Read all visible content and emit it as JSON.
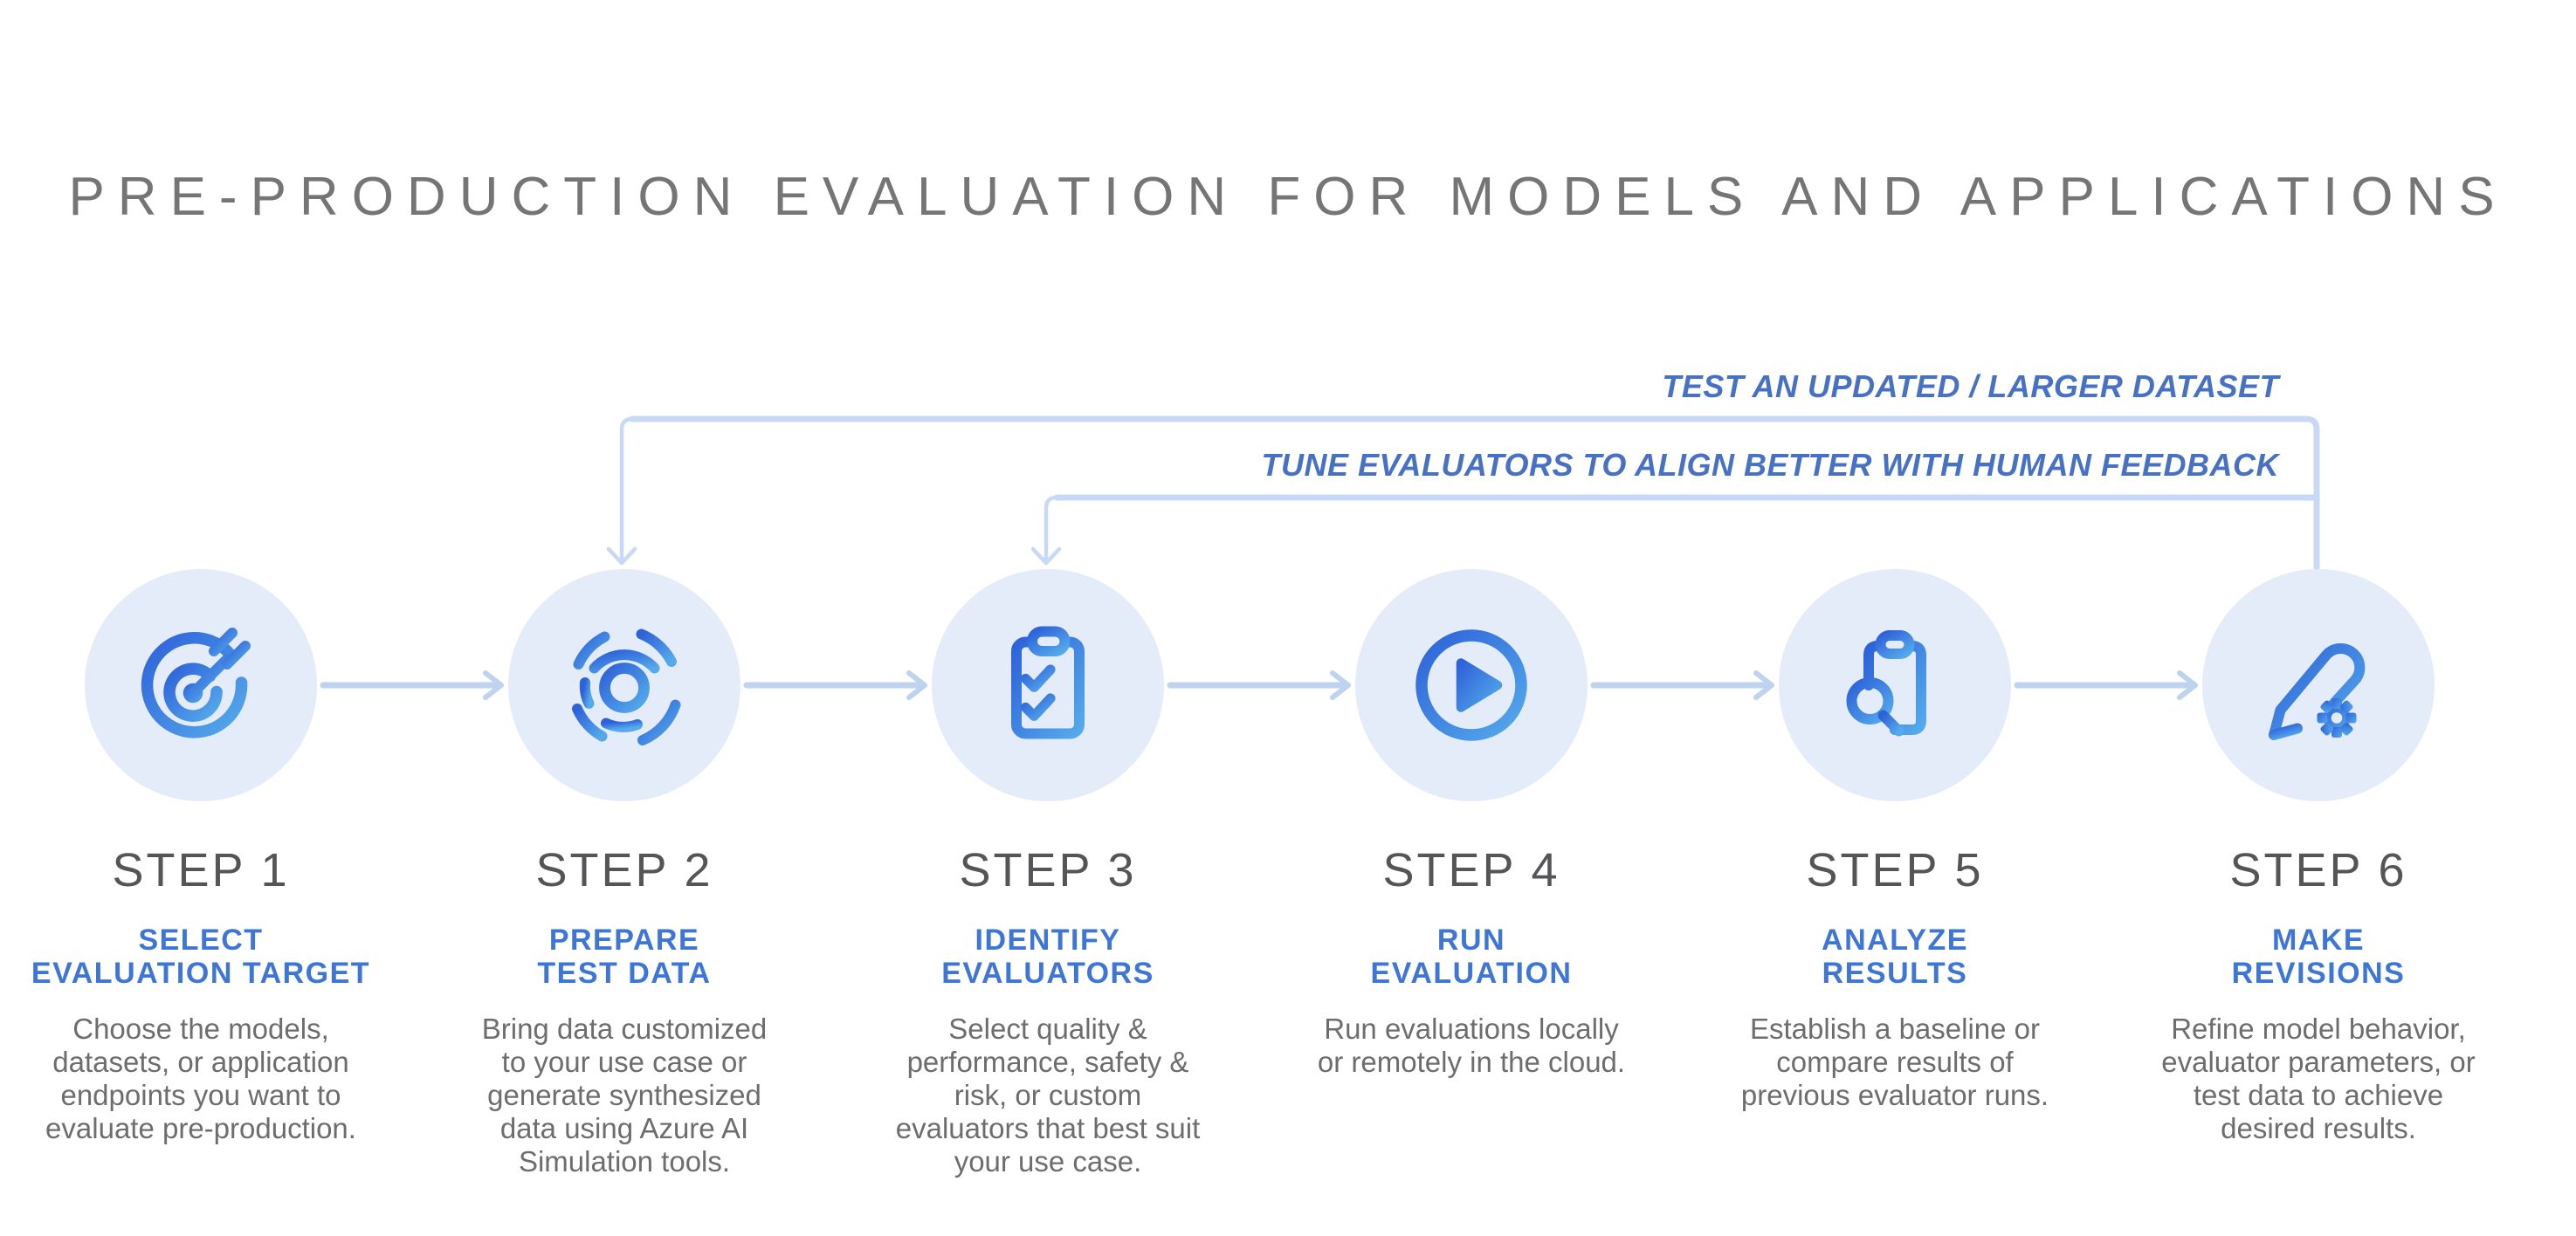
{
  "title": "PRE-PRODUCTION EVALUATION FOR MODELS AND APPLICATIONS",
  "feedback_loops": [
    {
      "label": "TEST AN UPDATED / LARGER DATASET",
      "from": "step-6",
      "to": "step-2"
    },
    {
      "label": "TUNE EVALUATORS TO ALIGN BETTER WITH HUMAN FEEDBACK",
      "from": "step-6",
      "to": "step-3"
    }
  ],
  "steps": [
    {
      "step_label": "STEP 1",
      "heading": "SELECT\nEVALUATION TARGET",
      "description": "Choose the models,\ndatasets, or application\nendpoints you want to\nevaluate pre-production.",
      "icon": "target-icon"
    },
    {
      "step_label": "STEP 2",
      "heading": "PREPARE\nTEST DATA",
      "description": "Bring data customized\nto your use case or\ngenerate synthesized\ndata using Azure AI\nSimulation tools.",
      "icon": "data-radar-icon"
    },
    {
      "step_label": "STEP 3",
      "heading": "IDENTIFY\nEVALUATORS",
      "description": "Select quality &\nperformance, safety &\nrisk, or custom\nevaluators that best suit\nyour use case.",
      "icon": "clipboard-checklist-icon"
    },
    {
      "step_label": "STEP 4",
      "heading": "RUN\nEVALUATION",
      "description": "Run evaluations locally\nor remotely in the cloud.",
      "icon": "play-icon"
    },
    {
      "step_label": "STEP 5",
      "heading": "ANALYZE\nRESULTS",
      "description": "Establish a baseline or\ncompare results of\nprevious evaluator runs.",
      "icon": "clipboard-search-icon"
    },
    {
      "step_label": "STEP 6",
      "heading": "MAKE\nREVISIONS",
      "description": "Refine model behavior,\nevaluator parameters, or\ntest data to achieve\ndesired results.",
      "icon": "pencil-gear-icon"
    }
  ],
  "colors": {
    "accent_heading_blue": "#3D76D6",
    "loop_label_blue": "#4671C4",
    "loop_line_blue": "#C7D9F4",
    "connector_blue": "#BDD3F0",
    "circle_fill": "#E4EBF9",
    "icon_gradient_start": "#2E62D9",
    "icon_gradient_end": "#54AAEB",
    "title_gray": "#757575",
    "step_label_gray": "#555557",
    "desc_gray": "#6D6D6D",
    "page_bg": "#FFFFFF"
  }
}
